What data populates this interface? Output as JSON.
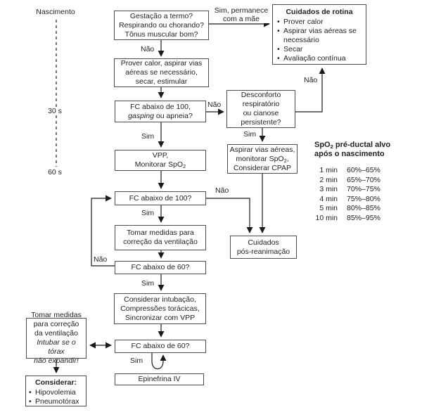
{
  "timeline": {
    "birth": "Nascimento",
    "t30": "30 s",
    "t60": "60 s"
  },
  "labels": {
    "sim": "Sim",
    "nao": "Não",
    "sim_mae_1": "Sim, permanece",
    "sim_mae_2": "com a mãe",
    "bullet": "•"
  },
  "boxes": {
    "triagem": {
      "l1": "Gestação a termo?",
      "l2": "Respirando ou chorando?",
      "l3": "Tônus muscular bom?"
    },
    "rotina": {
      "title": "Cuidados de rotina",
      "b1": "Prover calor",
      "b2": "Aspirar vias aéreas se necessário",
      "b3": "Secar",
      "b4": "Avaliação contínua"
    },
    "prover": {
      "l1": "Prover calor, aspirar vias",
      "l2": "aéreas se necessário,",
      "l3": "secar, estimular"
    },
    "fc100g": {
      "l1": "FC abaixo de 100,",
      "l2_italic": "gasping",
      "l2_rest": " ou apneia?"
    },
    "desconforto": {
      "l1": "Desconforto",
      "l2": "respiratório",
      "l3": "ou cianose",
      "l4": "persistente?"
    },
    "vpp": {
      "l1": "VPP,",
      "l2_pre": "Monitorar SpO",
      "l2_sub": "2"
    },
    "aspirar": {
      "l1": "Aspirar vias aéreas,",
      "l2_pre": "monitorar SpO",
      "l2_sub": "2",
      "l2_post": ",",
      "l3": "Considerar CPAP"
    },
    "fc100": {
      "text": "FC abaixo de 100?"
    },
    "tomar": {
      "l1": "Tomar medidas para",
      "l2": "correção da ventilação"
    },
    "fc60a": {
      "text": "FC abaixo de 60?"
    },
    "pos": {
      "l1": "Cuidados",
      "l2": "pós-reanimação"
    },
    "intubacao": {
      "l1": "Considerar intubação,",
      "l2": "Compressões torácicas,",
      "l3": "Sincronizar com VPP"
    },
    "fc60b": {
      "text": "FC abaixo de 60?"
    },
    "tomar2": {
      "l1": "Tomar medidas",
      "l2": "para correção",
      "l3": "da ventilação",
      "l4_italic": "Intubar se o tórax",
      "l5_italic": "não expandir!"
    },
    "epinefrina": {
      "text": "Epinefrina IV"
    },
    "considerar": {
      "title": "Considerar:",
      "b1": "Hipovolemia",
      "b2": "Pneumotórax"
    }
  },
  "spo2_table": {
    "title_pre": "SpO",
    "title_sub": "2",
    "title_post": " pré-ductal alvo",
    "title_line2": "após o nascimento",
    "rows": [
      {
        "time": "1 min",
        "range": "60%–65%"
      },
      {
        "time": "2 min",
        "range": "65%–70%"
      },
      {
        "time": "3 min",
        "range": "70%–75%"
      },
      {
        "time": "4 min",
        "range": "75%–80%"
      },
      {
        "time": "5 min",
        "range": "80%–85%"
      },
      {
        "time": "10 min",
        "range": "85%–95%"
      }
    ]
  },
  "colors": {
    "line": "#1a1a1a",
    "border": "#4d4d4d",
    "text": "#222222",
    "background": "#ffffff"
  }
}
